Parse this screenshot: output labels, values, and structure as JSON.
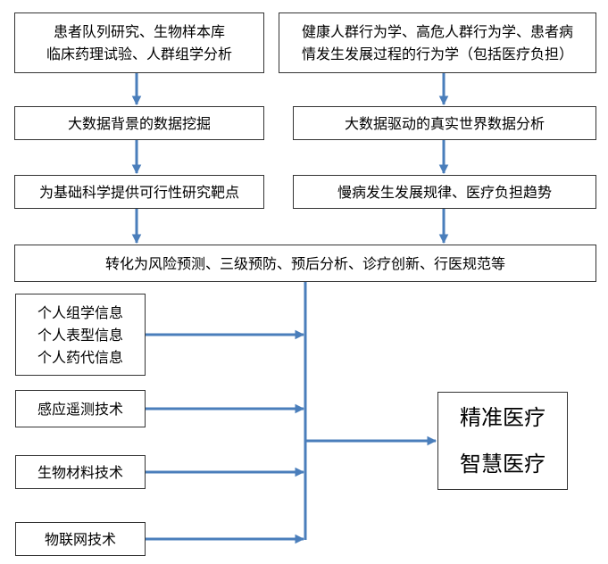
{
  "colors": {
    "arrow": "#4a7ebb",
    "border": "#333333",
    "text": "#000000",
    "background": "#ffffff"
  },
  "boxes": {
    "r1_left": {
      "lines": [
        "患者队列研究、生物样本库",
        "临床药理试验、人群组学分析"
      ]
    },
    "r1_right": {
      "lines": [
        "健康人群行为学、高危人群行为学、患者病",
        "情发生发展过程的行为学（包括医疗负担）"
      ]
    },
    "r2_left": {
      "text": "大数据背景的数据挖掘"
    },
    "r2_right": {
      "text": "大数据驱动的真实世界数据分析"
    },
    "r3_left": {
      "text": "为基础科学提供可行性研究靶点"
    },
    "r3_right": {
      "text": "慢病发生发展规律、医疗负担趋势"
    },
    "r4": {
      "text": "转化为风险预测、三级预防、预后分析、诊疗创新、行医规范等"
    },
    "info": {
      "lines": [
        "个人组学信息",
        "个人表型信息",
        "个人药代信息"
      ]
    },
    "sensing": {
      "text": "感应遥测技术"
    },
    "biomat": {
      "text": "生物材料技术"
    },
    "iot": {
      "text": "物联网技术"
    },
    "result": {
      "lines": [
        "精准医疗",
        "智慧医疗"
      ]
    }
  }
}
